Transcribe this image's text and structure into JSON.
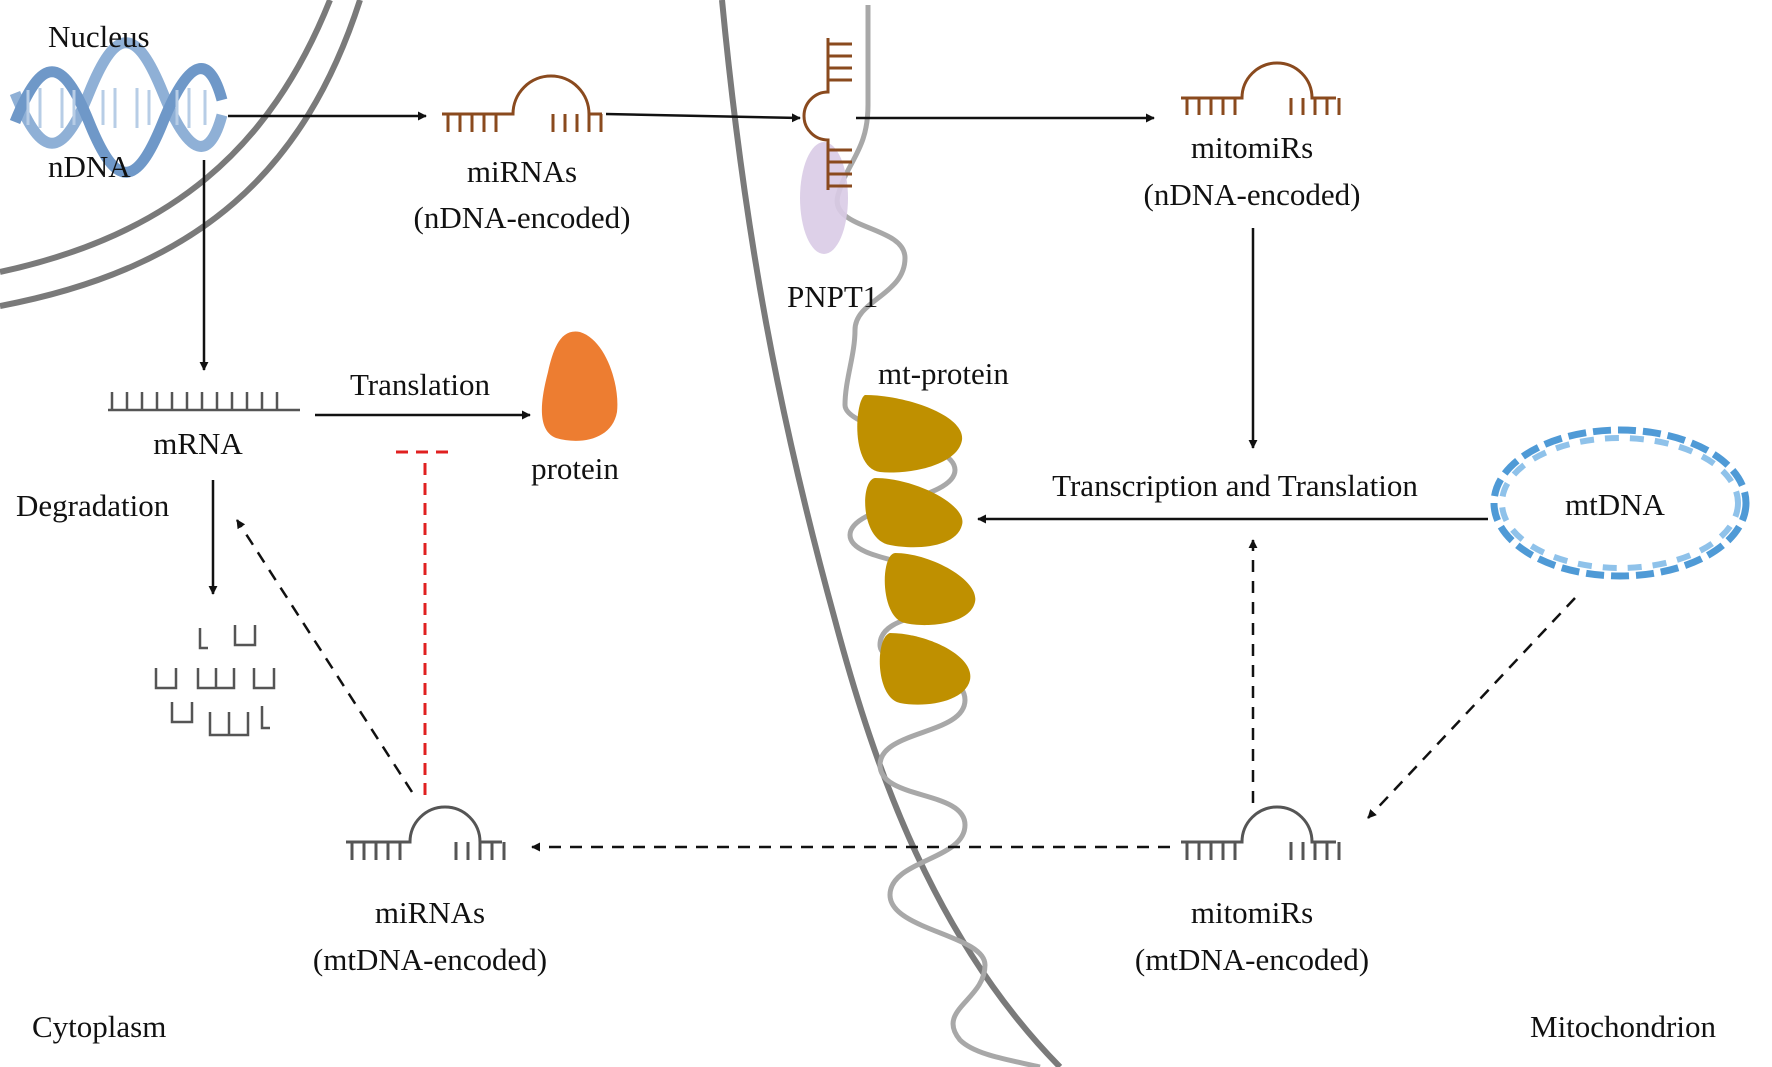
{
  "labels": {
    "nucleus": "Nucleus",
    "ndna": "nDNA",
    "mirnas_nuclear_name": "miRNAs",
    "mirnas_nuclear_origin": "(nDNA-encoded)",
    "pnpt1": "PNPT1",
    "mitomirs_nuclear_name": "mitomiRs",
    "mitomirs_nuclear_origin": "(nDNA-encoded)",
    "mrna": "mRNA",
    "translation": "Translation",
    "protein": "protein",
    "degradation": "Degradation",
    "mt_protein": "mt-protein",
    "transcription_translation": "Transcription and Translation",
    "mtdna": "mtDNA",
    "mirnas_mt_name": "miRNAs",
    "mirnas_mt_origin": "(mtDNA-encoded)",
    "mitomirs_mt_name": "mitomiRs",
    "mitomirs_mt_origin": "(mtDNA-encoded)",
    "cytoplasm": "Cytoplasm",
    "mitochondrion": "Mitochondrion"
  },
  "colors": {
    "rna_nuclear": "#8a4a1e",
    "rna_mt": "#555555",
    "dna_helix": "#8fb0d6",
    "mtdna_ring": "#4f9ad6",
    "protein": "#ed7d31",
    "mt_protein": "#bf9000",
    "pnpt1": "#d9cbe6",
    "membrane": "#7a7a7a",
    "inhibition": "#e02020",
    "arrow": "#111111"
  }
}
